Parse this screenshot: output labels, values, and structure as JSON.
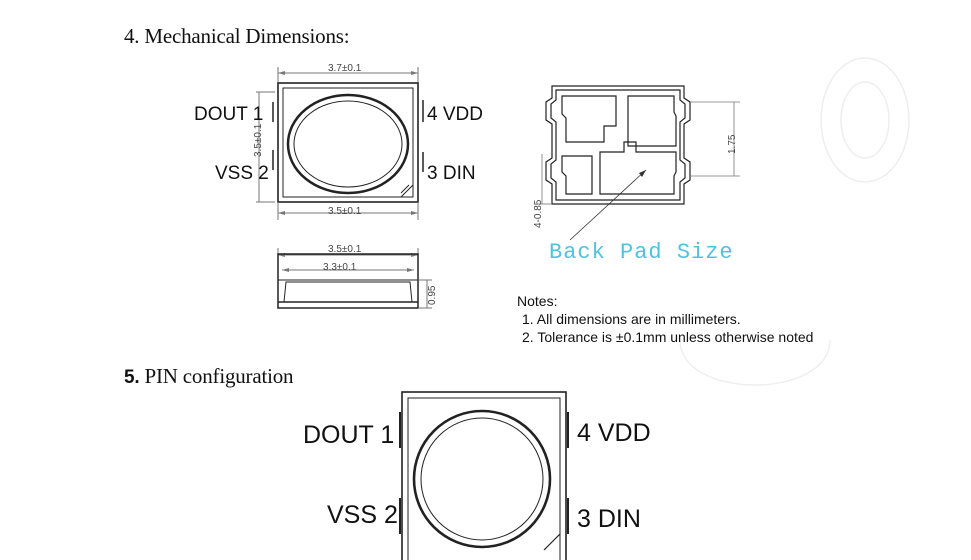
{
  "sections": {
    "mechanical": {
      "title": "4. Mechanical Dimensions:"
    },
    "pin_config": {
      "number": "5.",
      "title": "PIN configuration"
    }
  },
  "pins": {
    "dout": "DOUT 1",
    "vss": "VSS 2",
    "vdd": "4 VDD",
    "din": "3 DIN"
  },
  "dimensions": {
    "top_width": "3.7±0.1",
    "side_height": "3.5±0.1",
    "bottom_width": "3.5±0.1",
    "profile_outer_width": "3.5±0.1",
    "profile_inner_width": "3.3±0.1",
    "profile_height": "0.95",
    "pad_pitch": "1.75",
    "pad_width": "4-0.85"
  },
  "back_pad": {
    "caption": "Back Pad Size"
  },
  "notes": {
    "heading": "Notes:",
    "items": [
      "1. All dimensions are in millimeters.",
      "2. Tolerance is ±0.1mm unless otherwise noted"
    ]
  }
}
